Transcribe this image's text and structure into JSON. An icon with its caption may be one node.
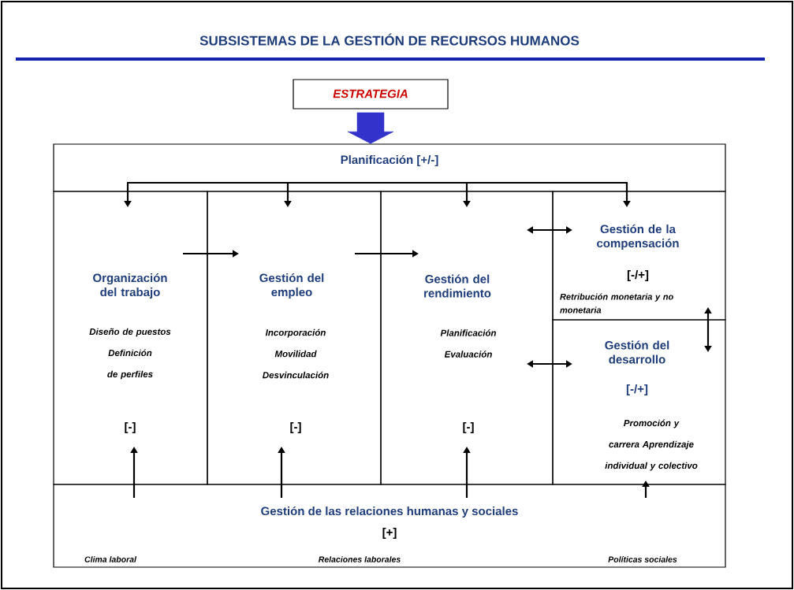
{
  "diagram": {
    "title": "SUBSISTEMAS DE LA GESTIÓN DE RECURSOS HUMANOS",
    "nodes": [
      {
        "text": [
          "ESTRATEGIA"
        ]
      },
      {
        "text": [
          "Planificación [+/-]"
        ]
      },
      {
        "text": [
          "Organización del trabajo",
          "Diseño de puestos Definición de perfiles",
          "[-]"
        ]
      },
      {
        "text": [
          "Gestión del empleo",
          "Incorporación Movilidad Desvinculación",
          "[-]"
        ]
      },
      {
        "text": [
          "Gestión del rendimiento",
          "Planificación Evaluación",
          "[-]"
        ]
      },
      {
        "text": [
          "Gestión de la compensación",
          "[-/+]",
          "Retribución monetaria y no monetaria"
        ]
      },
      {
        "text": [
          "Gestión del desarrollo",
          "[-/+]",
          "Promoción y carrera Aprendizaje individual y colectivo"
        ]
      },
      {
        "text": [
          "Gestión de las relaciones humanas y sociales",
          "[+]",
          "Clima laboral",
          "Relaciones laborales",
          "Políticas sociales"
        ]
      }
    ],
    "edges": [
      {
        "from": 0,
        "to": 1,
        "arrow": "to",
        "style": "thick",
        "color": "#3333cc"
      },
      {
        "from": 1,
        "to": 2,
        "arrow": "to"
      },
      {
        "from": 1,
        "to": 3,
        "arrow": "to"
      },
      {
        "from": 1,
        "to": 4,
        "arrow": "to"
      },
      {
        "from": 1,
        "to": 5,
        "arrow": "to"
      },
      {
        "from": 2,
        "to": 3,
        "arrow": "to"
      },
      {
        "from": 3,
        "to": 4,
        "arrow": "to"
      },
      {
        "from": 4,
        "to": 5,
        "arrow": "both"
      },
      {
        "from": 4,
        "to": 6,
        "arrow": "both"
      },
      {
        "from": 5,
        "to": 6,
        "arrow": "both"
      },
      {
        "from": 7,
        "to": 2,
        "arrow": "to"
      },
      {
        "from": 7,
        "to": 3,
        "arrow": "to"
      },
      {
        "from": 7,
        "to": 4,
        "arrow": "to"
      },
      {
        "from": 7,
        "to": 6,
        "arrow": "to"
      }
    ]
  }
}
